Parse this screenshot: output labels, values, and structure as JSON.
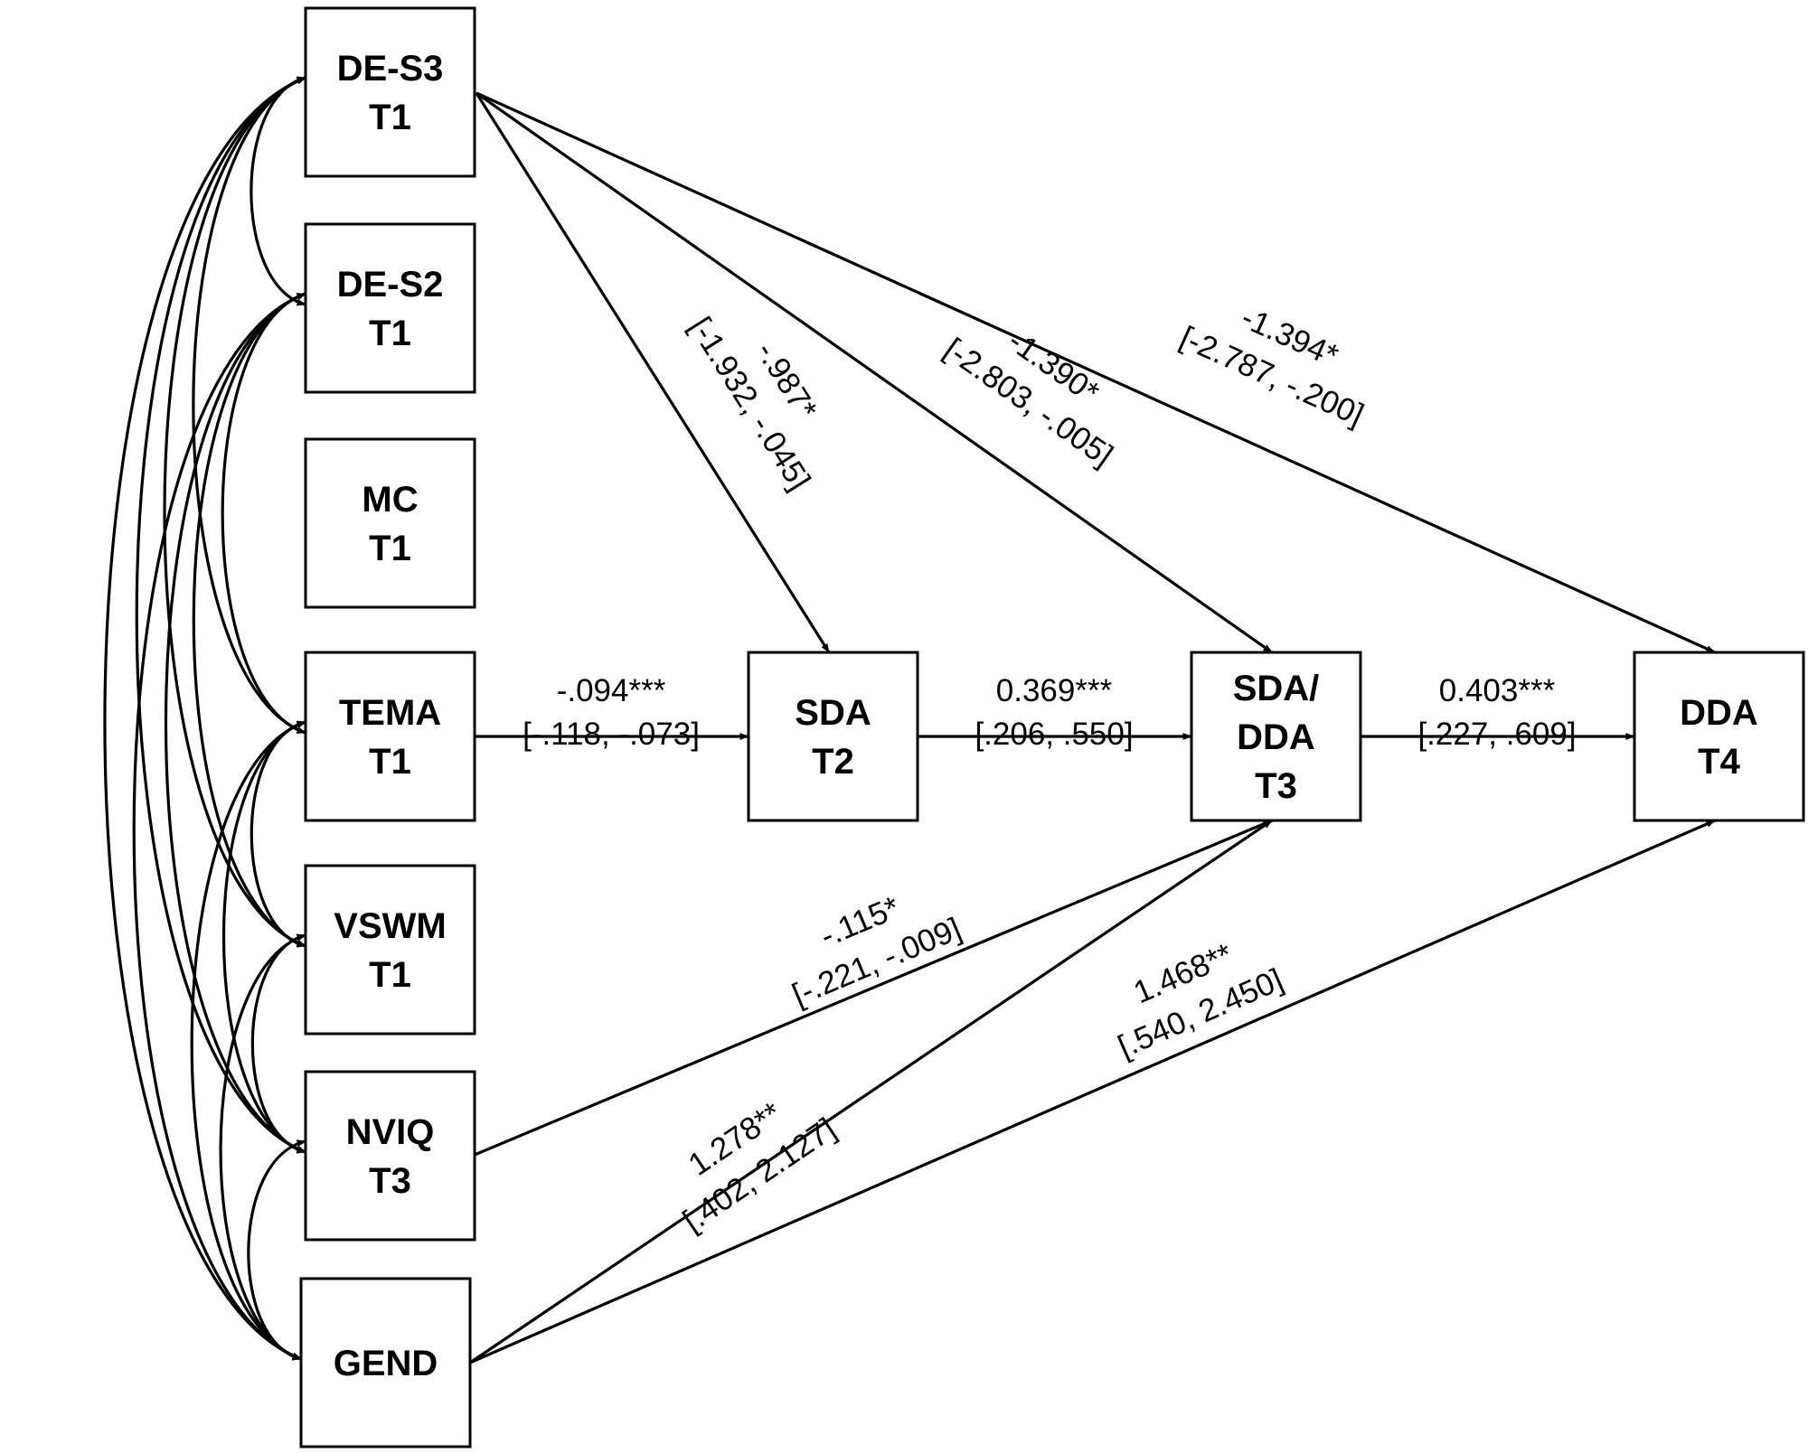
{
  "colors": {
    "stroke": "#000000",
    "background": "#ffffff",
    "text": "#000000"
  },
  "nodes": [
    {
      "id": "des3",
      "lines": [
        "DE-S3",
        "T1"
      ]
    },
    {
      "id": "des2",
      "lines": [
        "DE-S2",
        "T1"
      ]
    },
    {
      "id": "mc",
      "lines": [
        "MC",
        "T1"
      ]
    },
    {
      "id": "tema",
      "lines": [
        "TEMA",
        "T1"
      ]
    },
    {
      "id": "vswm",
      "lines": [
        "VSWM",
        "T1"
      ]
    },
    {
      "id": "nviq",
      "lines": [
        "NVIQ",
        "T3"
      ]
    },
    {
      "id": "gend",
      "lines": [
        "GEND"
      ]
    },
    {
      "id": "sda",
      "lines": [
        "SDA",
        "T2"
      ]
    },
    {
      "id": "sdadda",
      "lines": [
        "SDA/",
        "DDA",
        "T3"
      ]
    },
    {
      "id": "dda",
      "lines": [
        "DDA",
        "T4"
      ]
    }
  ],
  "paths": [
    {
      "id": "tema-sda",
      "from": "tema",
      "to": "sda",
      "estimate": "-.094***",
      "ci": "[-.118, -.073]"
    },
    {
      "id": "sda-sdadda",
      "from": "sda",
      "to": "sdadda",
      "estimate": "0.369***",
      "ci": "[.206, .550]"
    },
    {
      "id": "sdadda-dda",
      "from": "sdadda",
      "to": "dda",
      "estimate": "0.403***",
      "ci": "[.227, .609]"
    },
    {
      "id": "des3-sda",
      "from": "des3",
      "to": "sda",
      "estimate": "-.987*",
      "ci": "[-1.932, -.045]"
    },
    {
      "id": "des3-sdadda",
      "from": "des3",
      "to": "sdadda",
      "estimate": "-1.390*",
      "ci": "[-2.803, -.005]"
    },
    {
      "id": "des3-dda",
      "from": "des3",
      "to": "dda",
      "estimate": "-1.394*",
      "ci": "[-2.787, -.200]"
    },
    {
      "id": "nviq-sdadda",
      "from": "nviq",
      "to": "sdadda",
      "estimate": "-.115*",
      "ci": "[-.221, -.009]"
    },
    {
      "id": "gend-sdadda",
      "from": "gend",
      "to": "sdadda",
      "estimate": "1.278**",
      "ci": "[.402, 2.127]"
    },
    {
      "id": "gend-dda",
      "from": "gend",
      "to": "dda",
      "estimate": "1.468**",
      "ci": "[.540, 2.450]"
    }
  ],
  "covariances": [
    {
      "a": "des3",
      "b": "des2"
    },
    {
      "a": "des3",
      "b": "tema"
    },
    {
      "a": "des3",
      "b": "vswm"
    },
    {
      "a": "des3",
      "b": "nviq"
    },
    {
      "a": "des3",
      "b": "gend"
    },
    {
      "a": "des2",
      "b": "tema"
    },
    {
      "a": "des2",
      "b": "vswm"
    },
    {
      "a": "des2",
      "b": "nviq"
    },
    {
      "a": "des2",
      "b": "gend"
    },
    {
      "a": "tema",
      "b": "vswm"
    },
    {
      "a": "tema",
      "b": "nviq"
    },
    {
      "a": "tema",
      "b": "gend"
    },
    {
      "a": "vswm",
      "b": "nviq"
    },
    {
      "a": "vswm",
      "b": "gend"
    },
    {
      "a": "nviq",
      "b": "gend"
    }
  ]
}
